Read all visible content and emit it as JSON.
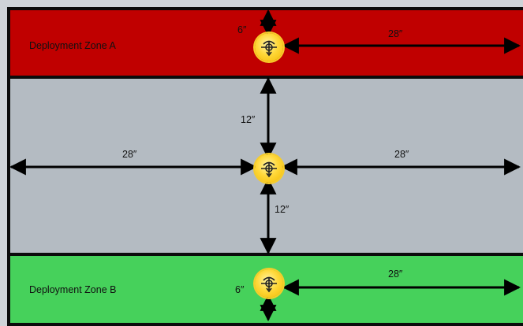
{
  "zones": {
    "a": {
      "label": "Deployment Zone A",
      "color": "#c00000"
    },
    "middle": {
      "color": "#b4bbc2"
    },
    "b": {
      "label": "Deployment Zone B",
      "color": "#46d15b"
    }
  },
  "measurements": {
    "a_vertical": "6″",
    "a_horizontal": "28″",
    "center_up": "12″",
    "center_left": "28″",
    "center_right": "28″",
    "center_down": "12″",
    "b_horizontal": "28″",
    "b_vertical": "6″"
  },
  "objective_icon": "objective-marker-icon"
}
